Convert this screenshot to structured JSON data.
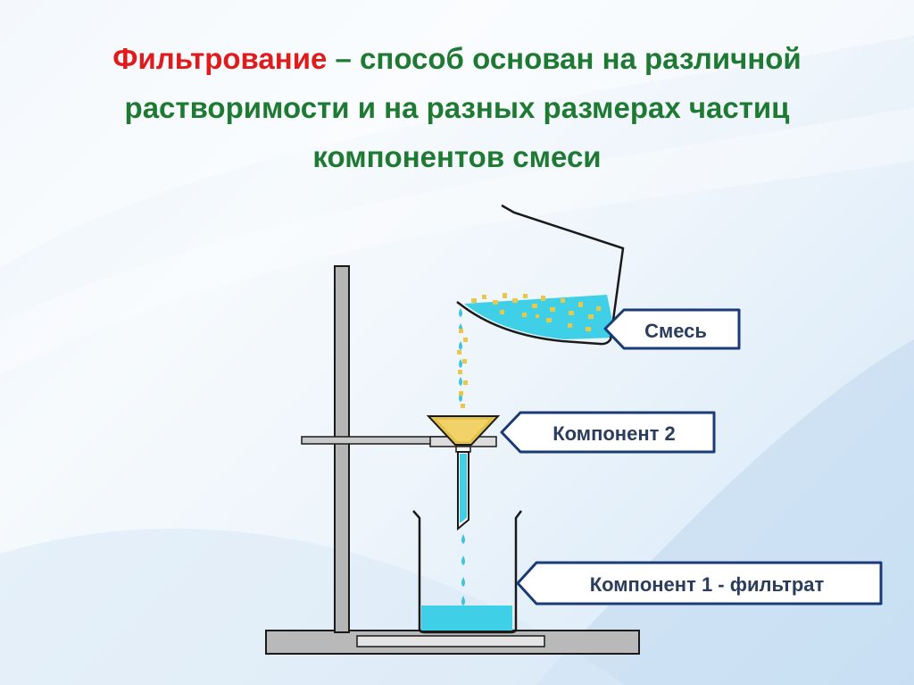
{
  "title": {
    "term": "Фильтрование",
    "rest": " – способ основан на различной растворимости и на разных размерах частиц компонентов смеси"
  },
  "labels": {
    "mixture": "Смесь",
    "component2": "Компонент 2",
    "component1": "Компонент 1 - фильтрат"
  },
  "colors": {
    "title_term": "#e01b1b",
    "title_text": "#1e7a32",
    "liquid": "#3fd0e8",
    "particles": "#e8c84a",
    "callout_border": "#1a3a78",
    "callout_text": "#2a3d5c"
  }
}
